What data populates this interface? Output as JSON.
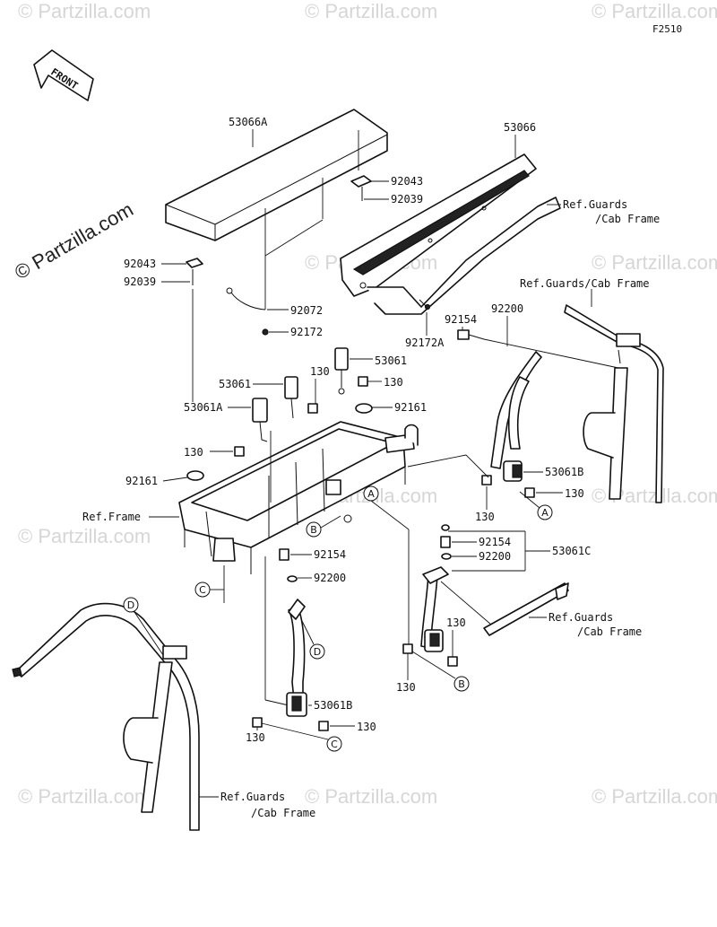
{
  "figure_code": "F2510",
  "front_label": "FRONT",
  "watermarks": {
    "main": "© Partzilla.com",
    "faint": "© Partzilla.com"
  },
  "labels": {
    "p53066A": "53066A",
    "p53066": "53066",
    "p92043_top": "92043",
    "p92039_top": "92039",
    "p92043_left": "92043",
    "p92039_left": "92039",
    "p92072": "92072",
    "p92172": "92172",
    "p92172A": "92172A",
    "p92154_top": "92154",
    "p92200_top": "92200",
    "p53061_a": "53061",
    "p53061_b": "53061",
    "p130_a": "130",
    "p130_b": "130",
    "p53061A": "53061A",
    "p92161_right": "92161",
    "p130_c": "130",
    "p92161_left": "92161",
    "p53061B_right": "53061B",
    "p130_d": "130",
    "p130_e": "130",
    "p92154_mid": "92154",
    "p92200_mid": "92200",
    "p53061C": "53061C",
    "p92154_low": "92154",
    "p92200_low": "92200",
    "p130_f": "130",
    "p130_g": "130",
    "p53061B_low": "53061B",
    "p130_h": "130",
    "p130_i": "130"
  },
  "refs": {
    "guards_top_1": "Ref.Guards",
    "guards_top_2": "/Cab Frame",
    "guards_right": "Ref.Guards/Cab Frame",
    "frame": "Ref.Frame",
    "guards_mid_1": "Ref.Guards",
    "guards_mid_2": "/Cab Frame",
    "guards_bottom_1": "Ref.Guards",
    "guards_bottom_2": "/Cab Frame"
  },
  "callouts": {
    "A1": "A",
    "A2": "A",
    "B1": "B",
    "B2": "B",
    "C1": "C",
    "C2": "C",
    "D1": "D",
    "D2": "D"
  }
}
